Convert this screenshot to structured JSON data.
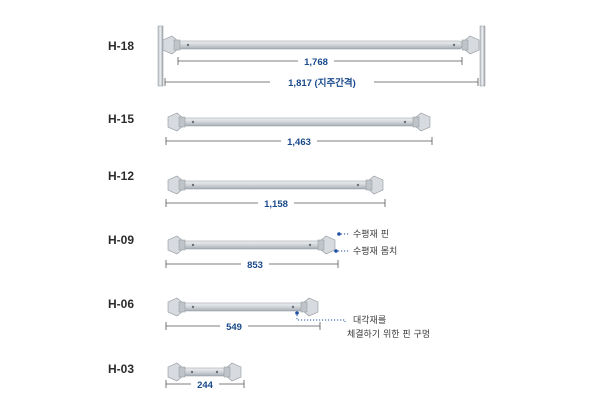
{
  "ledgers": [
    {
      "model": "H-18",
      "length": "1,768",
      "spacing": "1,817 (지주간격)"
    },
    {
      "model": "H-15",
      "length": "1,463"
    },
    {
      "model": "H-12",
      "length": "1,158"
    },
    {
      "model": "H-09",
      "length": "853"
    },
    {
      "model": "H-06",
      "length": "549"
    },
    {
      "model": "H-03",
      "length": "244"
    }
  ],
  "callouts": {
    "pin": "수평재 핀",
    "fitting": "수평재 몸치",
    "brace_line1": "대각재를",
    "brace_line2": "체결하기 위한 핀 구멍"
  },
  "colors": {
    "tube": "#c9cdd2",
    "dimension_text": "#1a4a8c",
    "callout_dot": "#1f4fa3"
  }
}
